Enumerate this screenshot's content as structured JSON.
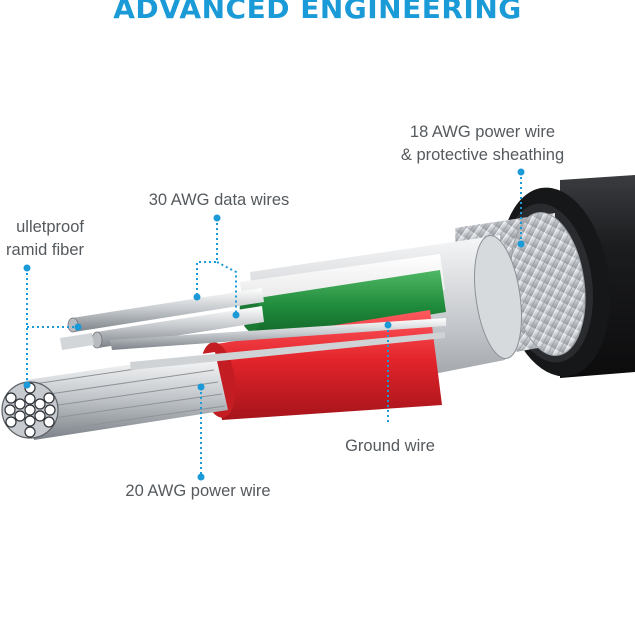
{
  "title": "ADVANCED ENGINEERING",
  "colors": {
    "accent": "#1a9ad6",
    "label_text": "#555a5e",
    "jacket": "#1b1c1e",
    "power_insulation": "#e3242b",
    "data_insulation_green": "#1f8a3b",
    "data_insulation_white": "#f2f2f2",
    "foil_shield": "#c9ccd0",
    "conductor": "#d6d9dc"
  },
  "labels": {
    "aramid": {
      "line1": "ulletproof",
      "line2": "ramid fiber"
    },
    "data_wires": {
      "line1": "30 AWG data wires"
    },
    "power18": {
      "line1": "18 AWG power wire",
      "line2": "& protective sheathing"
    },
    "ground": {
      "line1": "Ground wire"
    },
    "power20": {
      "line1": "20 AWG power wire"
    }
  }
}
